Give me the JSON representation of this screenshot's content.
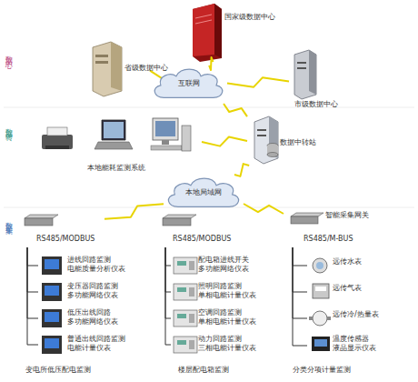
{
  "diagram": {
    "nodes": [
      {
        "text": [
          "国家级数据中心"
        ]
      },
      {
        "text": [
          "省级数据中心"
        ]
      },
      {
        "text": [
          "互联网"
        ]
      },
      {
        "text": [
          "市级数据中心"
        ]
      },
      {
        "text": [
          "本地能耗监测系统"
        ]
      },
      {
        "text": [
          "数据中转站"
        ]
      },
      {
        "text": [
          "本地局域网"
        ]
      },
      {
        "text": [
          "RS485/MODBUS"
        ]
      },
      {
        "text": [
          "RS485/MODBUS"
        ]
      },
      {
        "text": [
          "智能采集网关",
          "RS485/M-BUS"
        ]
      },
      {
        "text": [
          "进线回路监测 电能质量分析仪表"
        ]
      },
      {
        "text": [
          "变压器回路监测 多功能网络仪表"
        ]
      },
      {
        "text": [
          "低压出线回路 多功能网络仪表"
        ]
      },
      {
        "text": [
          "普通出线回路监测 电能计量仪表"
        ]
      },
      {
        "text": [
          "配电箱进线开关 多功能网络仪表"
        ]
      },
      {
        "text": [
          "照明回路监测 单相电能计量仪表"
        ]
      },
      {
        "text": [
          "空调回路监测 单相电能计量仪表"
        ]
      },
      {
        "text": [
          "动力回路监测 三相电能计量仪表"
        ]
      },
      {
        "text": [
          "远传水表"
        ]
      },
      {
        "text": [
          "远传气表"
        ]
      },
      {
        "text": [
          "远传冷/热量表"
        ]
      },
      {
        "text": [
          "温度传感器 液晶显示仪表"
        ]
      }
    ],
    "edges": [
      {
        "from": 0,
        "to": 2,
        "arrow": "none"
      },
      {
        "from": 1,
        "to": 2,
        "arrow": "none"
      },
      {
        "from": 3,
        "to": 2,
        "arrow": "none"
      },
      {
        "from": 2,
        "to": 5,
        "arrow": "none"
      },
      {
        "from": 4,
        "to": 5,
        "arrow": "none"
      },
      {
        "from": 5,
        "to": 6,
        "arrow": "none"
      },
      {
        "from": 6,
        "to": 7,
        "arrow": "none"
      },
      {
        "from": 6,
        "to": 8,
        "arrow": "none"
      },
      {
        "from": 6,
        "to": 9,
        "arrow": "none"
      },
      {
        "from": 7,
        "to": 10,
        "arrow": "none"
      },
      {
        "from": 7,
        "to": 11,
        "arrow": "none"
      },
      {
        "from": 7,
        "to": 12,
        "arrow": "none"
      },
      {
        "from": 7,
        "to": 13,
        "arrow": "none"
      },
      {
        "from": 8,
        "to": 14,
        "arrow": "none"
      },
      {
        "from": 8,
        "to": 15,
        "arrow": "none"
      },
      {
        "from": 8,
        "to": 16,
        "arrow": "none"
      },
      {
        "from": 8,
        "to": 17,
        "arrow": "none"
      },
      {
        "from": 9,
        "to": 18,
        "arrow": "none"
      },
      {
        "from": 9,
        "to": 19,
        "arrow": "none"
      },
      {
        "from": 9,
        "to": 20,
        "arrow": "none"
      },
      {
        "from": 9,
        "to": 21,
        "arrow": "none"
      }
    ],
    "labels": [
      "数据中心",
      "数据中转",
      "数据采集",
      "变电所低压配电监测",
      "楼层配电箱监测",
      "分类分项计量监测"
    ]
  }
}
